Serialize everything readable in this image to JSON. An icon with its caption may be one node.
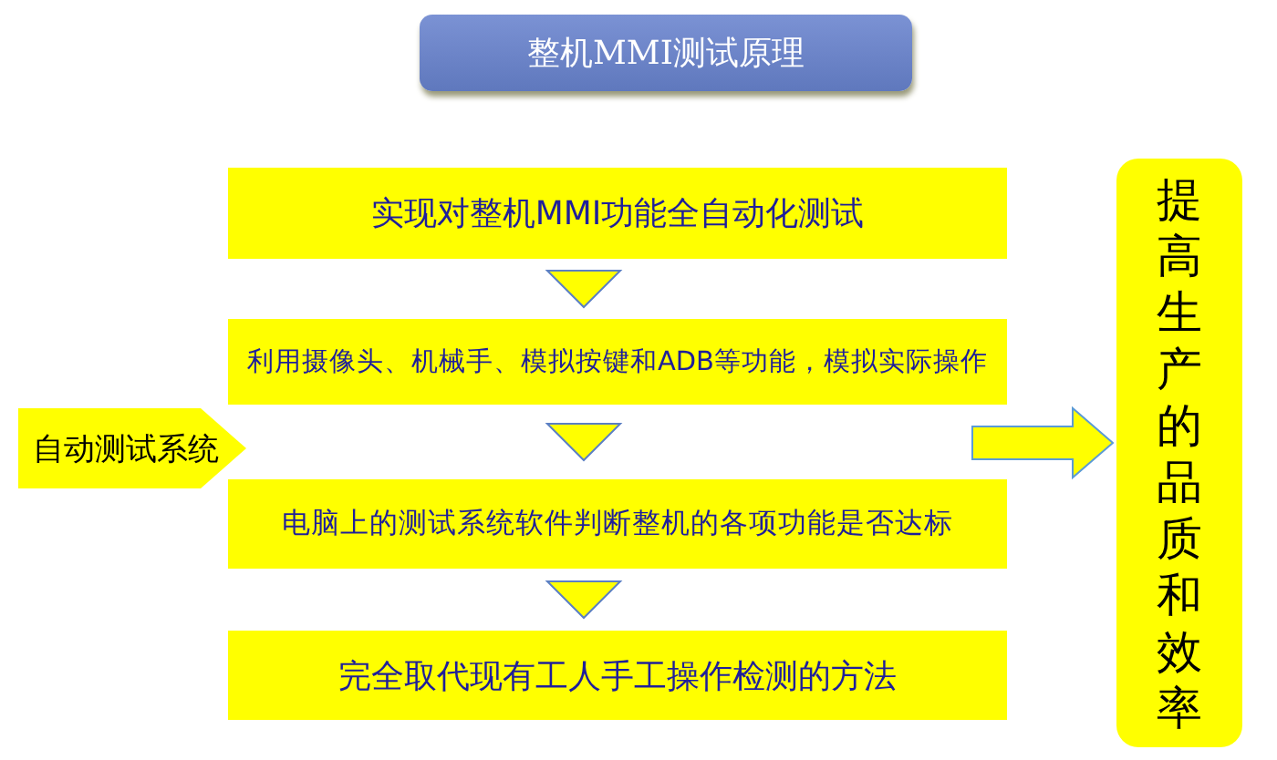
{
  "diagram": {
    "title": "整机MMI测试原理",
    "nodes": [
      {
        "text": [
          "实现对整机MMI功能全自动化测试"
        ]
      },
      {
        "text": [
          "利用摄像头、机械手、模拟按键和ADB等功能，模拟实际操作"
        ]
      },
      {
        "text": [
          "电脑上的测试系统软件判断整机的各项功能是否达标"
        ]
      },
      {
        "text": [
          "完全取代现有工人手工操作检测的方法"
        ]
      },
      {
        "text": [
          "自动测试系统"
        ]
      },
      {
        "text": [
          "提高生产的品质和效率"
        ]
      }
    ],
    "edges": [
      {
        "from": 0,
        "to": 1,
        "arrow": "to"
      },
      {
        "from": 1,
        "to": 2,
        "arrow": "to"
      },
      {
        "from": 2,
        "to": 3,
        "arrow": "to"
      },
      {
        "from": null,
        "to": 5,
        "arrow": "to"
      }
    ]
  }
}
